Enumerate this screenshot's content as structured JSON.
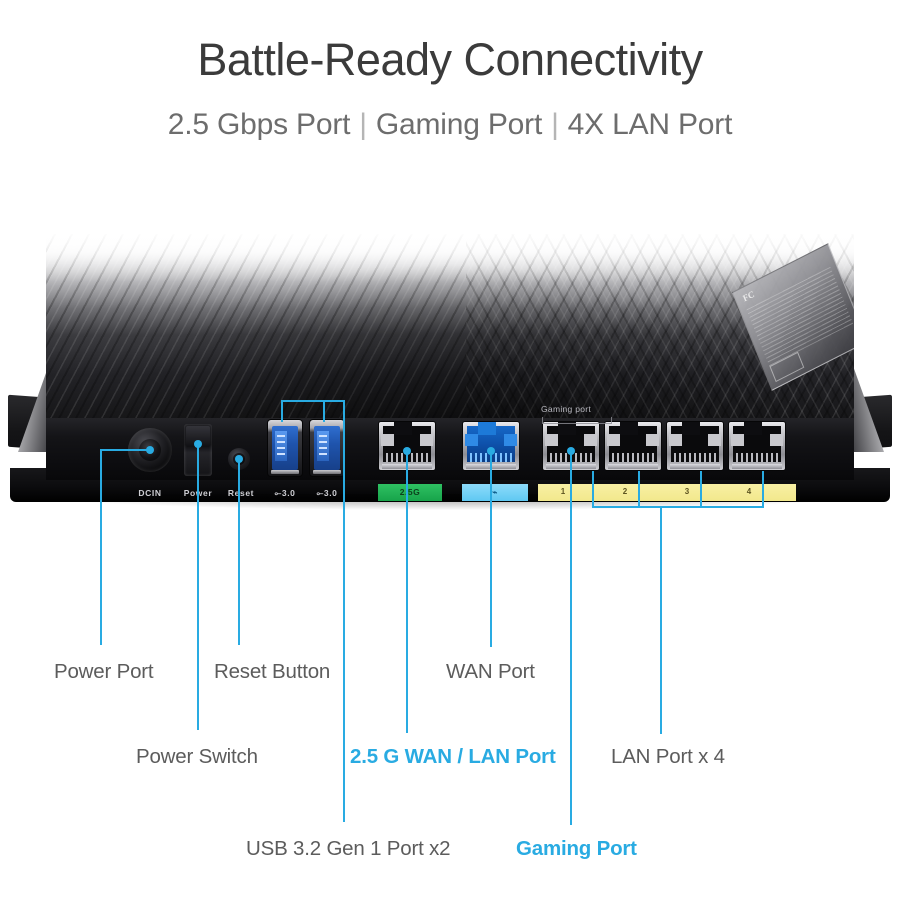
{
  "headline": "Battle-Ready Connectivity",
  "subhead": {
    "part1": "2.5 Gbps Port",
    "sep1": "|",
    "part2": "Gaming Port",
    "sep2": "|",
    "part3": "4X LAN Port"
  },
  "colors": {
    "accent": "#29abe2",
    "headline_text": "#3b3b3b",
    "subhead_text": "#6d6d6d",
    "label_text": "#5c5c5c",
    "band_25g": "#17a34a",
    "band_wan": "#5fc8f2",
    "band_lan": "#f2e88c",
    "usb_blue": "#1f54ad",
    "wan_port_blue": "#0d4fa8"
  },
  "device": {
    "gaming_port_marking": "Gaming port",
    "sticker": {
      "fc_logo": "FC",
      "icon_name": "fcc-compliance-icon"
    },
    "silkscreen": [
      {
        "text": "DCIN",
        "name": "silkscreen-dcin"
      },
      {
        "text": "Power",
        "name": "silkscreen-power"
      },
      {
        "text": "Reset",
        "name": "silkscreen-reset"
      },
      {
        "text": "3.0",
        "name": "silkscreen-usb1"
      },
      {
        "text": "3.0",
        "name": "silkscreen-usb2"
      }
    ],
    "bands": {
      "speed_band_label": "2.5G",
      "wan_band_icon": "wan-globe-icon",
      "lan_numbers": [
        "1",
        "2",
        "3",
        "4"
      ]
    },
    "ports": [
      {
        "name": "dc-in-power-port",
        "kind": "barrel-jack"
      },
      {
        "name": "power-switch",
        "kind": "rocker-switch"
      },
      {
        "name": "reset-button",
        "kind": "pinhole-button"
      },
      {
        "name": "usb-port-1",
        "kind": "usb-a"
      },
      {
        "name": "usb-port-2",
        "kind": "usb-a"
      },
      {
        "name": "rj45-2g5-port",
        "kind": "rj45"
      },
      {
        "name": "rj45-wan-port",
        "kind": "rj45"
      },
      {
        "name": "rj45-lan-port-1",
        "kind": "rj45"
      },
      {
        "name": "rj45-lan-port-2",
        "kind": "rj45"
      },
      {
        "name": "rj45-lan-port-3",
        "kind": "rj45"
      },
      {
        "name": "rj45-lan-port-4",
        "kind": "rj45"
      }
    ]
  },
  "callouts": [
    {
      "id": "power-port",
      "label": "Power Port",
      "highlight": false
    },
    {
      "id": "power-switch",
      "label": "Power Switch",
      "highlight": false
    },
    {
      "id": "reset-button",
      "label": "Reset Button",
      "highlight": false
    },
    {
      "id": "usb-ports",
      "label": "USB 3.2 Gen 1 Port x2",
      "highlight": false
    },
    {
      "id": "wan-lan-25g",
      "label": "2.5 G WAN / LAN Port",
      "highlight": true
    },
    {
      "id": "wan-port",
      "label": "WAN Port",
      "highlight": false
    },
    {
      "id": "gaming-port",
      "label": "Gaming Port",
      "highlight": true
    },
    {
      "id": "lan-ports",
      "label": "LAN Port x 4",
      "highlight": false
    }
  ]
}
